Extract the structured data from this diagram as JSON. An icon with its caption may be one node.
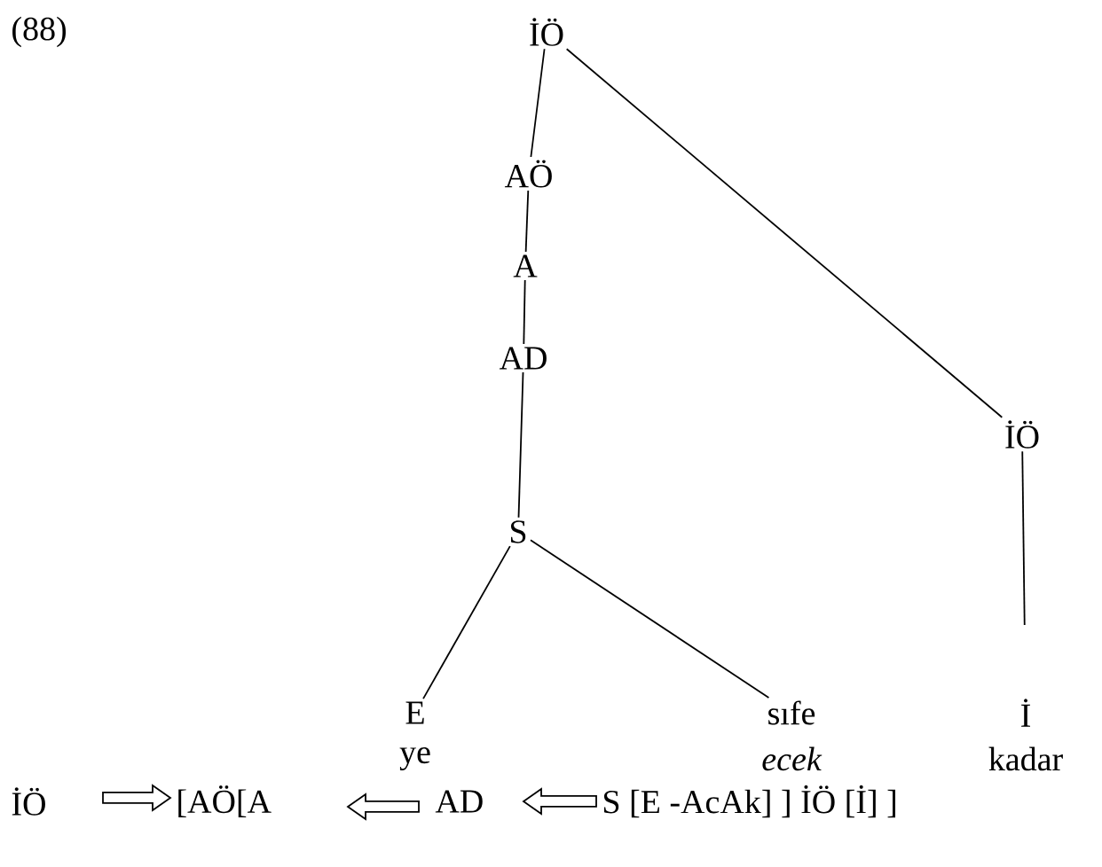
{
  "diagram": {
    "nodes": [
      {
        "text": [
          "İÖ"
        ]
      },
      {
        "text": [
          "AÖ"
        ]
      },
      {
        "text": [
          "A"
        ]
      },
      {
        "text": [
          "AD"
        ]
      },
      {
        "text": [
          "İÖ"
        ]
      },
      {
        "text": [
          "S"
        ]
      },
      {
        "text": [
          "E"
        ],
        "beside": [
          "ye"
        ]
      },
      {
        "text": [
          "sıfe"
        ],
        "beside": [
          "ecek"
        ]
      },
      {
        "text": [
          "İ"
        ],
        "beside": [
          "kadar"
        ]
      }
    ],
    "edges": [
      {
        "from": 0,
        "to": 1,
        "arrow": "none"
      },
      {
        "from": 0,
        "to": 4,
        "arrow": "none"
      },
      {
        "from": 1,
        "to": 2,
        "arrow": "none"
      },
      {
        "from": 2,
        "to": 3,
        "arrow": "none"
      },
      {
        "from": 3,
        "to": 5,
        "arrow": "none"
      },
      {
        "from": 5,
        "to": 6,
        "arrow": "none"
      },
      {
        "from": 5,
        "to": 7,
        "arrow": "none"
      },
      {
        "from": 4,
        "to": 8,
        "arrow": "none"
      }
    ],
    "labels": [
      "(88)",
      "İÖ",
      "[AÖ[A",
      "AD",
      "S [E -AcAk] ] İÖ [İ] ]"
    ]
  }
}
